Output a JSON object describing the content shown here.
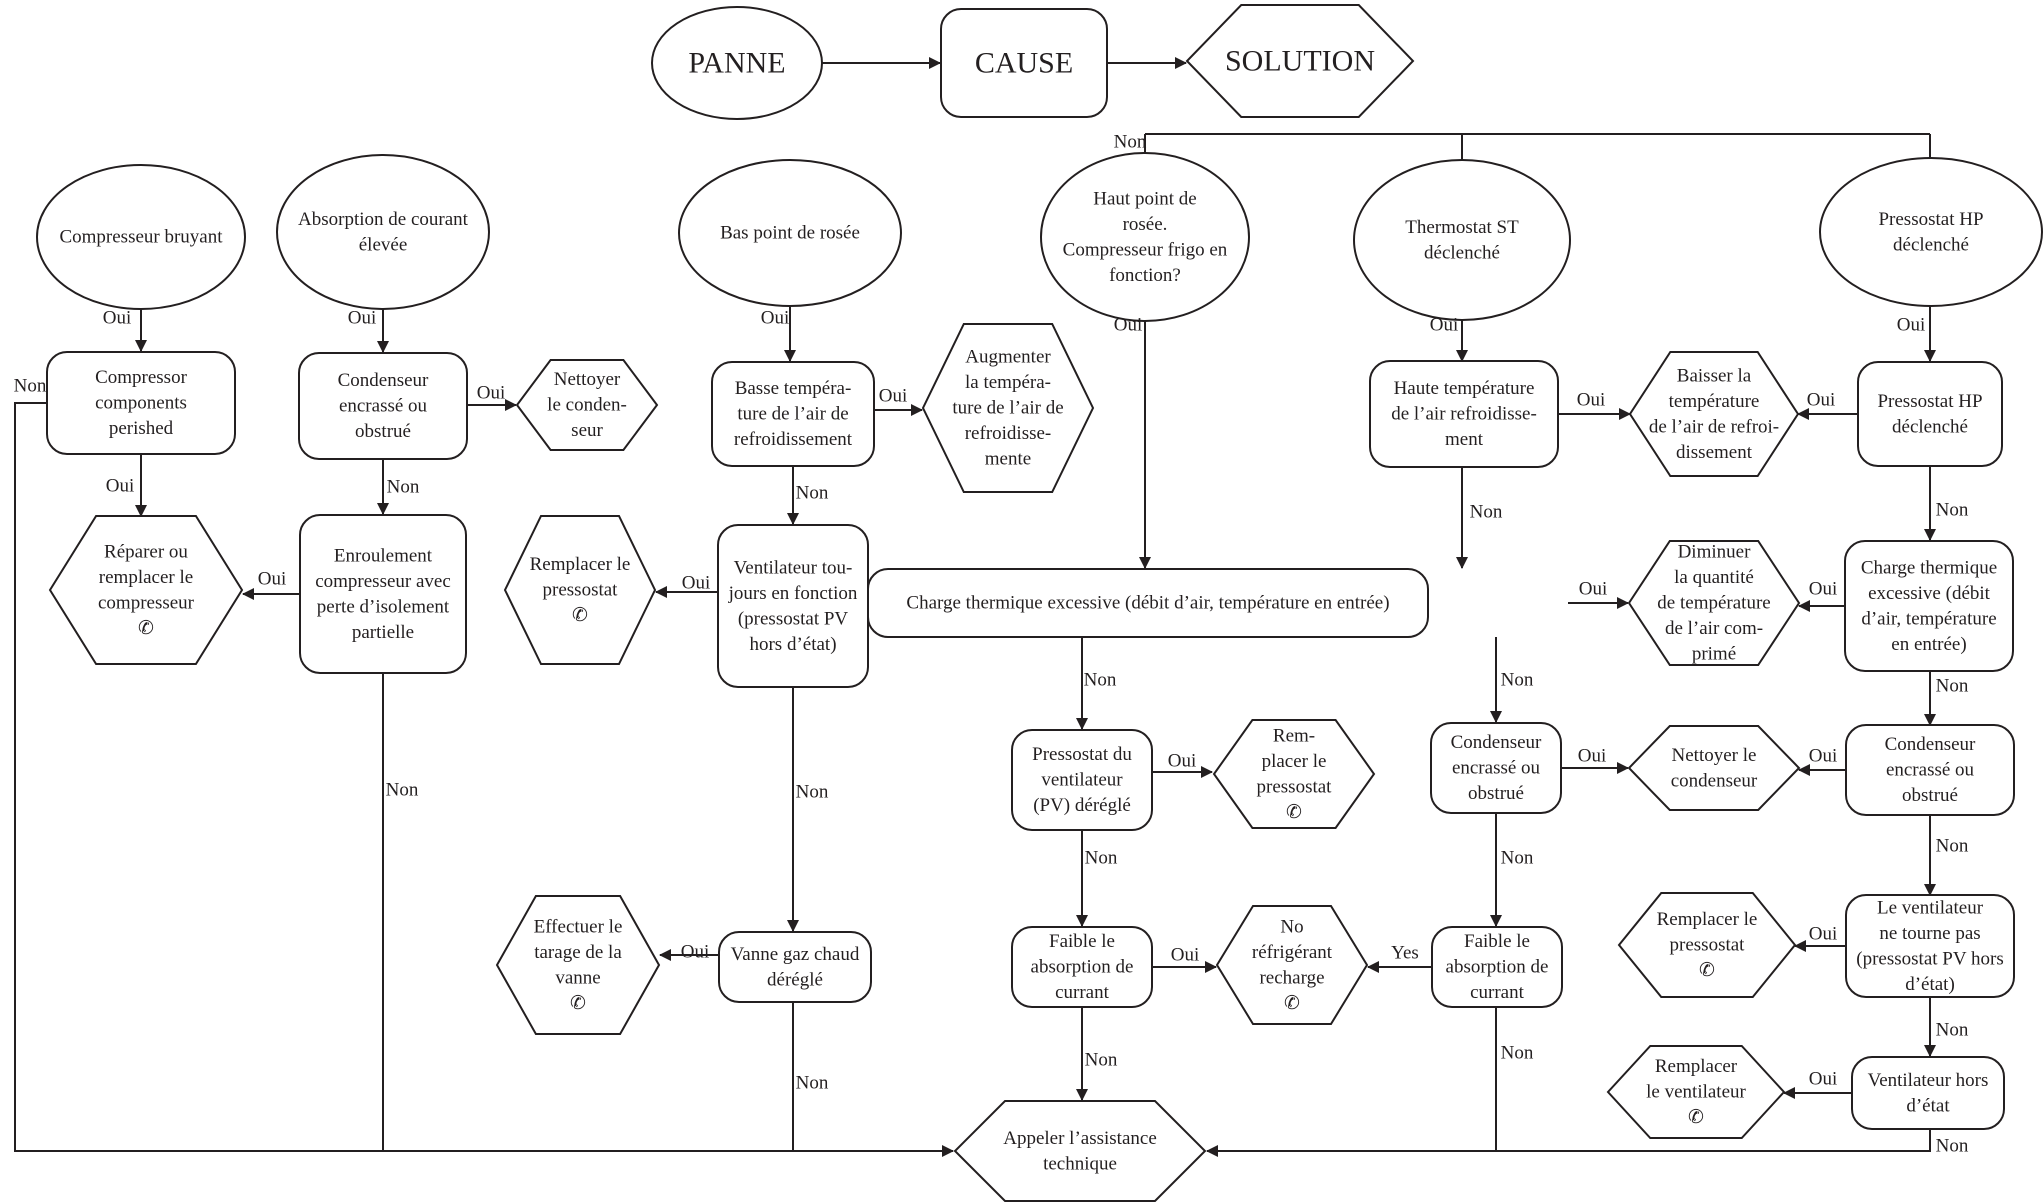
{
  "legend": {
    "panne": "PANNE",
    "cause": "CAUSE",
    "solution": "SOLUTION"
  },
  "nodes": {
    "compresseur_bruyant": {
      "lines": [
        "Compresseur bruyant"
      ]
    },
    "absorption_courant": {
      "lines": [
        "Absorption de courant",
        "élevée"
      ]
    },
    "bas_point_rosee": {
      "lines": [
        "Bas point de rosée"
      ]
    },
    "haut_point_rosee": {
      "lines": [
        "Haut point de",
        "rosée.",
        "Compresseur frigo en",
        "fonction?"
      ]
    },
    "thermostat_st": {
      "lines": [
        "Thermostat ST",
        "déclenché"
      ]
    },
    "pressostat_hp_panne": {
      "lines": [
        "Pressostat HP",
        "déclenché"
      ]
    },
    "compressor_components": {
      "lines": [
        "Compressor",
        "components",
        "perished"
      ]
    },
    "condenseur_encrasse_1": {
      "lines": [
        "Condenseur",
        "encrassé ou",
        "obstrué"
      ]
    },
    "nettoyer_condenseur_1": {
      "lines": [
        "Nettoyer",
        "le conden-",
        "seur"
      ]
    },
    "basse_temperature": {
      "lines": [
        "Basse tempéra-",
        "ture de l’air de",
        "refroidissement"
      ]
    },
    "augmenter_temperature": {
      "lines": [
        "Augmenter",
        "la tempéra-",
        "ture de l’air de",
        "refroidisse-",
        "mente"
      ]
    },
    "haute_temperature": {
      "lines": [
        "Haute température",
        "de l’air refroidisse-",
        "ment"
      ]
    },
    "baisser_temperature": {
      "lines": [
        "Baisser la",
        "température",
        "de l’air de refroi-",
        "dissement"
      ]
    },
    "pressostat_hp_cause": {
      "lines": [
        "Pressostat HP",
        "déclenché"
      ]
    },
    "reparer_compresseur": {
      "lines": [
        "Réparer ou",
        "remplacer le",
        "compresseur"
      ],
      "phone": "✆"
    },
    "enroulement": {
      "lines": [
        "Enroulement",
        "compresseur avec",
        "perte d’isolement",
        "partielle"
      ]
    },
    "remplacer_pressostat_1": {
      "lines": [
        "Remplacer le",
        "pressostat"
      ],
      "phone": "✆"
    },
    "ventilateur_toujours": {
      "lines": [
        "Ventilateur tou-",
        "jours en fonction",
        "(pressostat PV",
        "hors d’état)"
      ]
    },
    "charge_thermique_centre": {
      "lines": [
        "Charge thermique excessive (débit d’air, température en entrée)"
      ]
    },
    "diminuer_quantite": {
      "lines": [
        "Diminuer",
        "la quantité",
        "de température",
        "de l’air com-",
        "primé"
      ]
    },
    "charge_thermique_droite": {
      "lines": [
        "Charge thermique",
        "excessive (débit",
        "d’air, température",
        "en entrée)"
      ]
    },
    "pressostat_ventilateur": {
      "lines": [
        "Pressostat du",
        "ventilateur",
        "(PV)  déréglé"
      ]
    },
    "remplacer_pressostat_2": {
      "lines": [
        "Rem-",
        "placer le",
        "pressostat"
      ],
      "phone": "✆"
    },
    "condenseur_encrasse_2": {
      "lines": [
        "Condenseur",
        "encrassé ou",
        "obstrué"
      ]
    },
    "nettoyer_condenseur_2": {
      "lines": [
        "Nettoyer le",
        "condenseur"
      ]
    },
    "condenseur_encrasse_3": {
      "lines": [
        "Condenseur",
        "encrassé ou",
        "obstrué"
      ]
    },
    "effectuer_tarage": {
      "lines": [
        "Effectuer le",
        "tarage de la",
        "vanne"
      ],
      "phone": "✆"
    },
    "vanne_gaz": {
      "lines": [
        "Vanne gaz chaud",
        "déréglé"
      ]
    },
    "faible_absorption_1": {
      "lines": [
        "Faible le",
        "absorption de",
        "currant"
      ]
    },
    "no_refrigerant": {
      "lines": [
        "No",
        "réfrigérant",
        "recharge"
      ],
      "phone": "✆"
    },
    "faible_absorption_2": {
      "lines": [
        "Faible le",
        "absorption de",
        "currant"
      ]
    },
    "remplacer_pressostat_3": {
      "lines": [
        "Remplacer le",
        "pressostat"
      ],
      "phone": "✆"
    },
    "ventilateur_ne_tourne_pas": {
      "lines": [
        "Le ventilateur",
        "ne tourne pas",
        "(pressostat PV hors",
        "d’état)"
      ]
    },
    "remplacer_ventilateur": {
      "lines": [
        "Remplacer",
        "le ventilateur"
      ],
      "phone": "✆"
    },
    "ventilateur_hors_etat": {
      "lines": [
        "Ventilateur hors",
        "d’état"
      ]
    },
    "appeler_assistance": {
      "lines": [
        "Appeler l’assistance",
        "technique"
      ]
    }
  },
  "edge_labels": {
    "oui": "Oui",
    "non": "Non",
    "yes": "Yes"
  },
  "colors": {
    "ink": "#231f20",
    "background": "#ffffff"
  }
}
